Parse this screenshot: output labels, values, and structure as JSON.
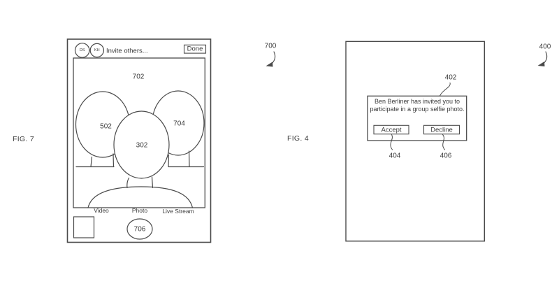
{
  "colors": {
    "background": "#ffffff",
    "line": "#4a4a4a",
    "text": "#3b3b3b"
  },
  "fig7": {
    "figure_label": "FIG. 7",
    "figure_ref": "700",
    "header": {
      "avatar_left_initials": "DS",
      "avatar_right_initials": "KH",
      "title": "Invite others...",
      "done_label": "Done"
    },
    "viewfinder": {
      "ref": "702",
      "head_left_ref": "502",
      "head_center_ref": "302",
      "head_right_ref": "704"
    },
    "mode_tabs": {
      "video": "Video",
      "photo": "Photo",
      "live_stream": "Live Stream"
    },
    "shutter_ref": "706"
  },
  "fig4": {
    "figure_label": "FIG. 4",
    "figure_ref": "400",
    "dialog": {
      "ref": "402",
      "message": "Ben Berliner has invited you to participate in a group selfie photo.",
      "accept_label": "Accept",
      "accept_ref": "404",
      "decline_label": "Decline",
      "decline_ref": "406"
    }
  }
}
